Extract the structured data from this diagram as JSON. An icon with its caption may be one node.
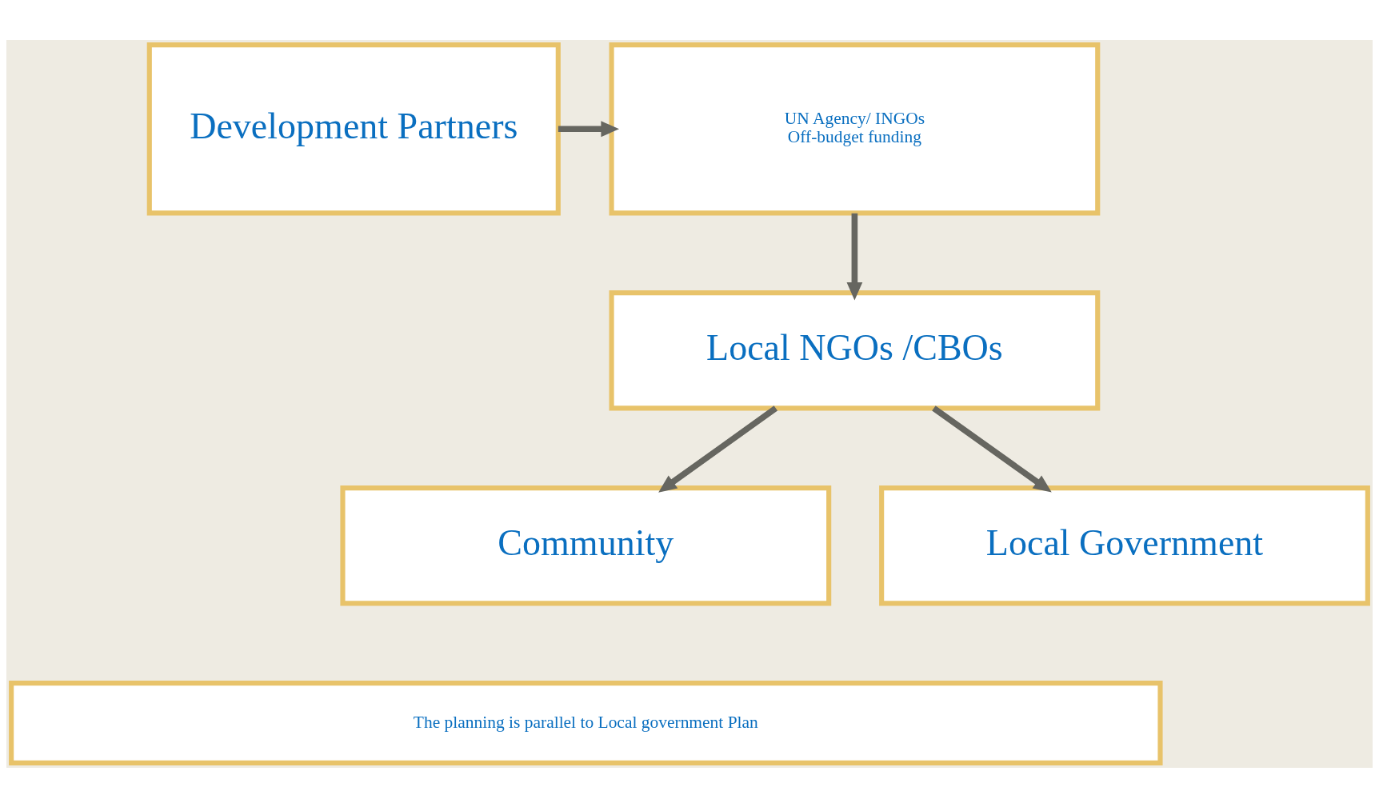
{
  "diagram": {
    "nodes": [
      {
        "text": [
          "Development Partners"
        ]
      },
      {
        "text": [
          "UN Agency/ INGOs",
          "Off-budget funding"
        ]
      },
      {
        "text": [
          "Local NGOs /CBOs"
        ]
      },
      {
        "text": [
          "Community"
        ]
      },
      {
        "text": [
          "Local Government"
        ]
      },
      {
        "text": [
          "The planning is parallel to Local government Plan"
        ]
      }
    ],
    "edges": [
      {
        "from": 0,
        "to": 1,
        "arrow": "to"
      },
      {
        "from": 1,
        "to": 2,
        "arrow": "to"
      },
      {
        "from": 2,
        "to": 3,
        "arrow": "to"
      },
      {
        "from": 2,
        "to": 4,
        "arrow": "to"
      }
    ]
  }
}
